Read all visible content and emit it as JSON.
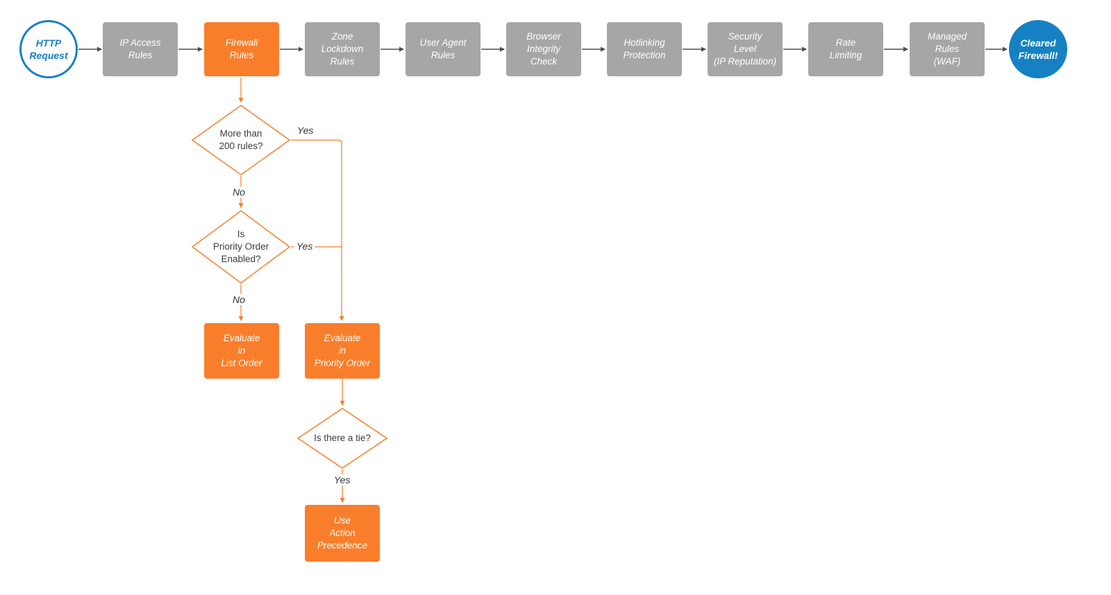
{
  "flow": {
    "start": {
      "label": "HTTP\nRequest"
    },
    "end": {
      "label": "Cleared\nFirewall!"
    },
    "stages": [
      {
        "label": "IP Access\nRules"
      },
      {
        "label": "Firewall\nRules"
      },
      {
        "label": "Zone\nLockdown\nRules"
      },
      {
        "label": "User Agent\nRules"
      },
      {
        "label": "Browser\nIntegrity\nCheck"
      },
      {
        "label": "Hotlinking\nProtection"
      },
      {
        "label": "Security\nLevel\n(IP Reputation)"
      },
      {
        "label": "Rate\nLimiting"
      },
      {
        "label": "Managed\nRules\n(WAF)"
      }
    ],
    "decisions": [
      {
        "label": "More than\n200 rules?"
      },
      {
        "label": "Is\nPriority Order\nEnabled?"
      },
      {
        "label": "Is there a tie?"
      }
    ],
    "actions": [
      {
        "label": "Evaluate\nin\nList Order"
      },
      {
        "label": "Evaluate\nin\nPriority Order"
      },
      {
        "label": "Use\nAction\nPrecedence"
      }
    ],
    "branch_labels": {
      "d1_yes": "Yes",
      "d1_no": "No",
      "d2_yes": "Yes",
      "d2_no": "No",
      "d3_yes": "Yes"
    },
    "colors": {
      "stage_gray": "#a6a6a6",
      "accent_orange": "#f97e2b",
      "accent_blue": "#1581c3",
      "arrow_gray": "#4d4d4d"
    }
  }
}
